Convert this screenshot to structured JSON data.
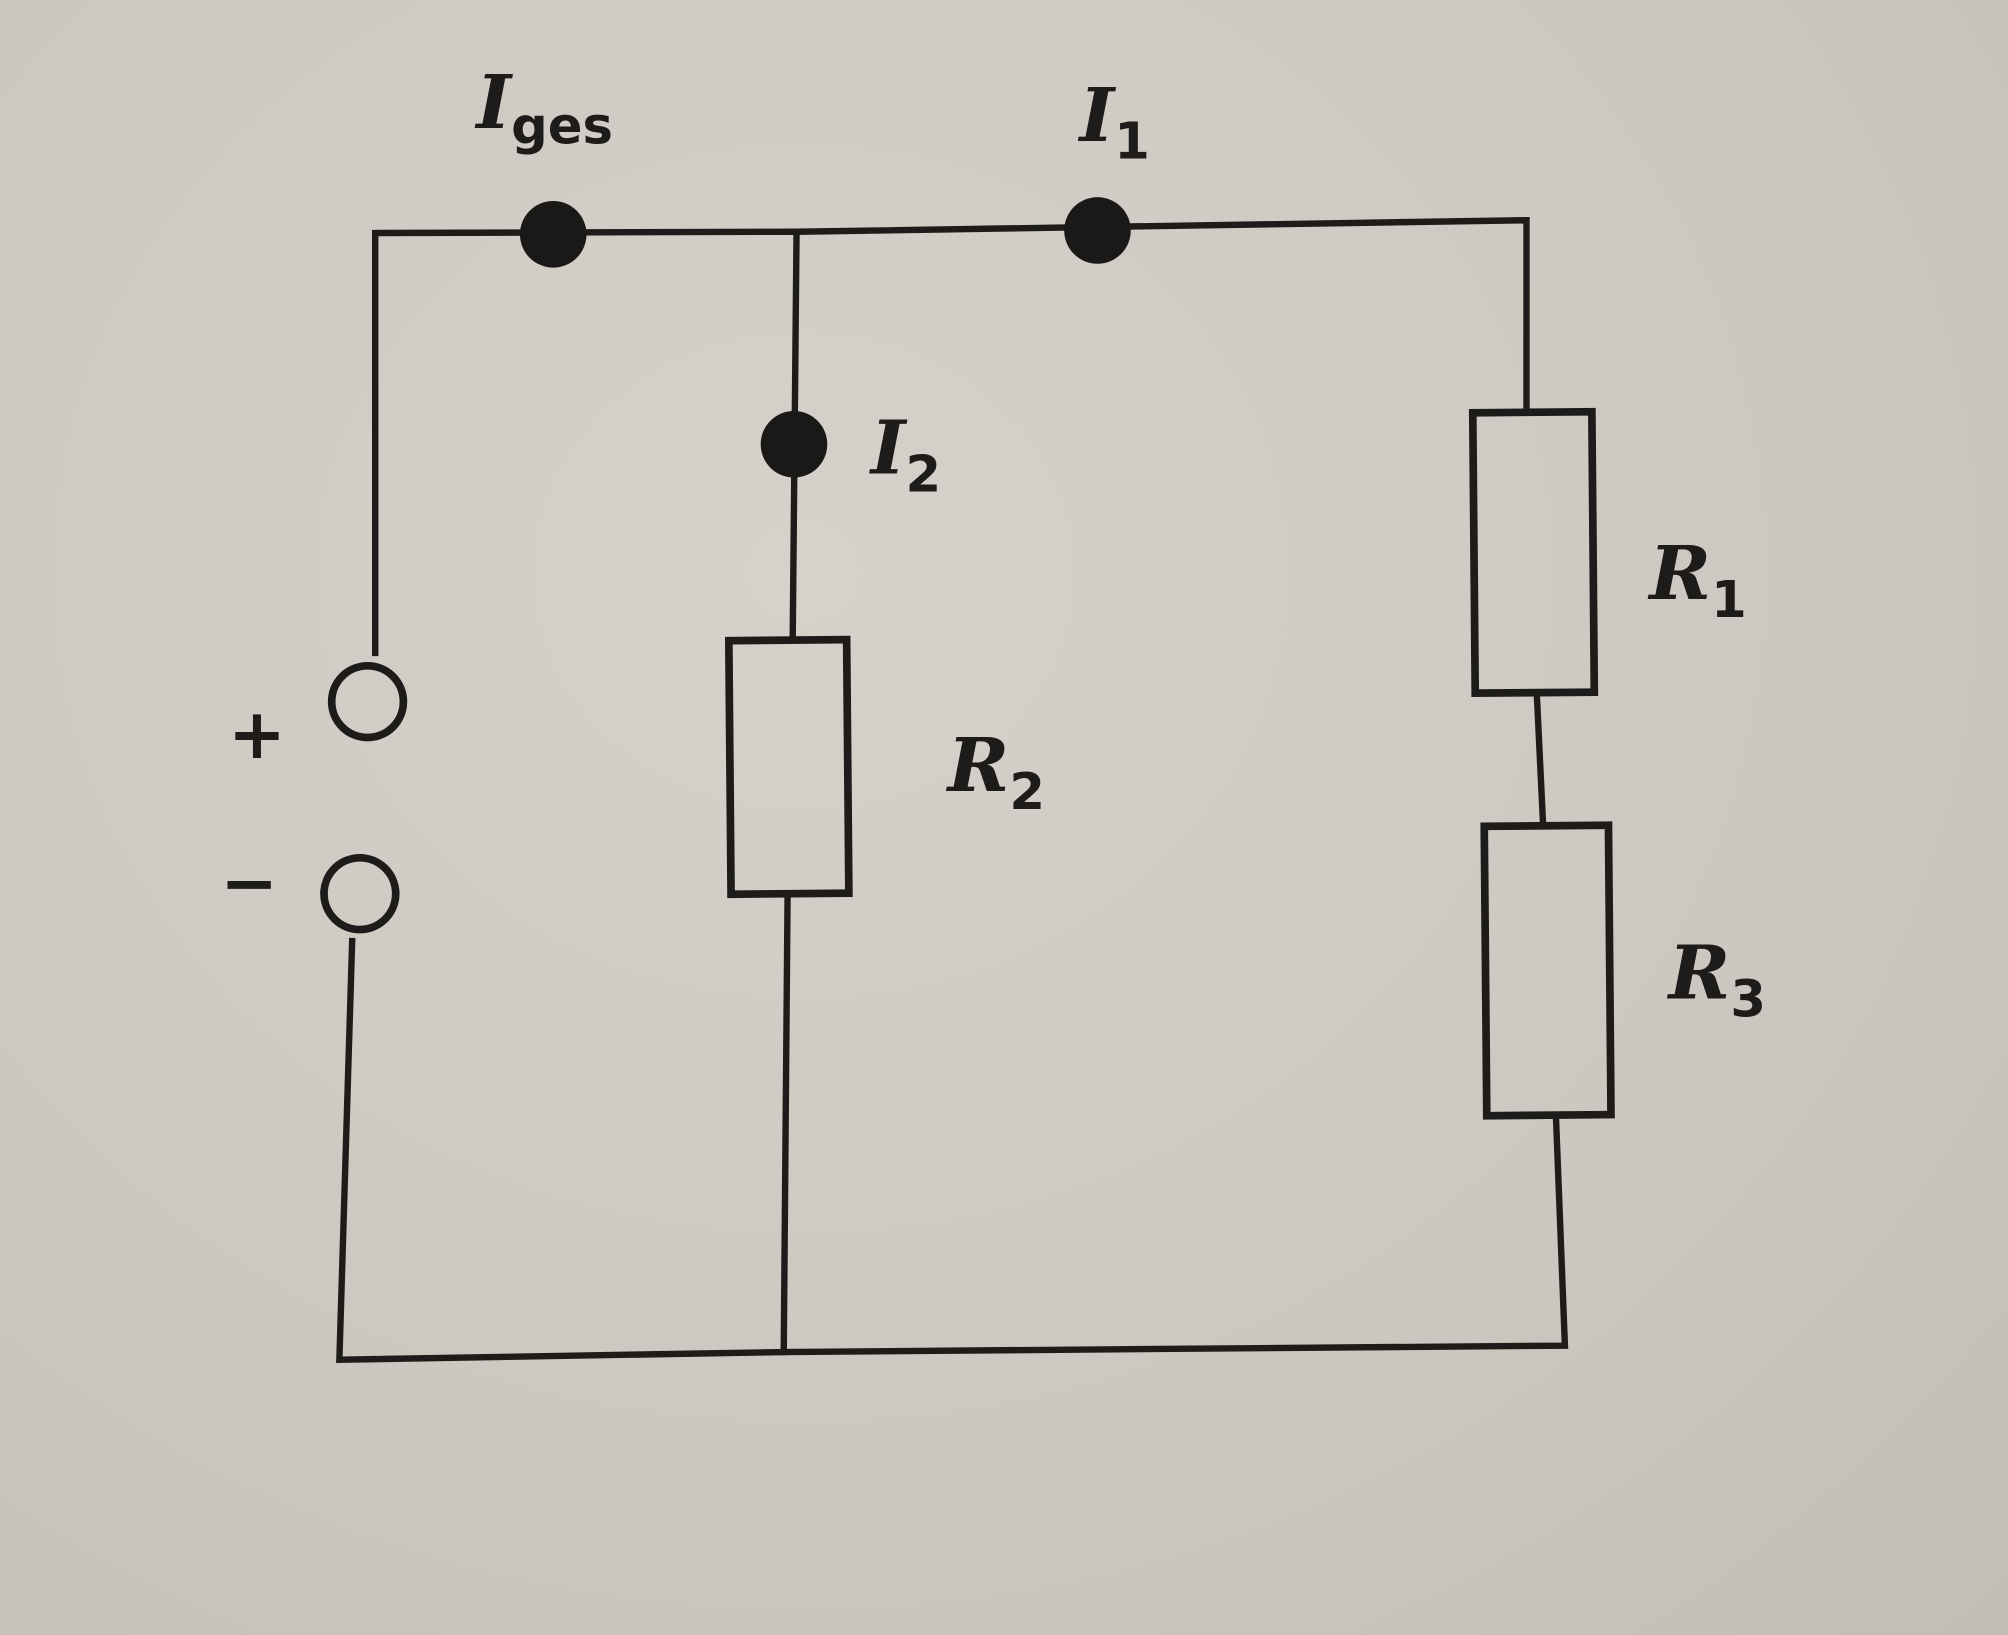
{
  "diagram": {
    "type": "circuit",
    "labels": {
      "i_total": {
        "main": "I",
        "sub": "ges"
      },
      "i_1": {
        "main": "I",
        "sub": "1"
      },
      "i_2": {
        "main": "I",
        "sub": "2"
      },
      "r_1": {
        "main": "R",
        "sub": "1"
      },
      "r_2": {
        "main": "R",
        "sub": "2"
      },
      "r_3": {
        "main": "R",
        "sub": "3"
      },
      "plus": "+",
      "minus": "−"
    },
    "colors": {
      "ink": "#1e1c1b",
      "paper": "#cdc8c1"
    }
  }
}
